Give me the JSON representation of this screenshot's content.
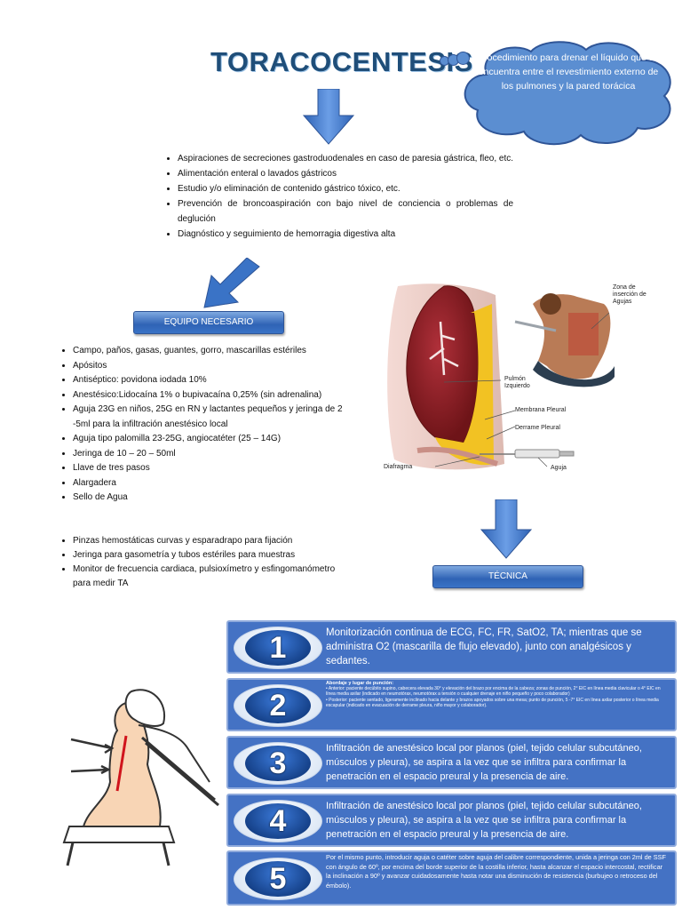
{
  "title": "TORACOCENTESIS",
  "definition": "Procedimiento para drenar el líquido que se encuentra entre el revestimiento externo de los pulmones y la pared torácica",
  "indications": [
    "Aspiraciones de secreciones gastroduodenales en caso de paresia gástrica, fleo, etc.",
    "Alimentación enteral o lavados gástricos",
    "Estudio y/o eliminación de contenido gástrico tóxico, etc.",
    "Prevención de broncoaspiración con bajo nivel de conciencia o problemas de deglución",
    "Diagnóstico y seguimiento de hemorragia digestiva alta"
  ],
  "equipment": {
    "banner": "EQUIPO NECESARIO",
    "items": [
      "Campo, paños, gasas, guantes, gorro, mascarillas estériles",
      "Apósitos",
      "Antiséptico: povidona iodada 10%",
      "Anestésico:Lidocaína 1% o bupivacaína 0,25% (sin adrenalina)",
      "Aguja 23G en niños, 25G en RN y lactantes pequeños y jeringa de 2 -5ml para la infiltración anestésico local",
      "Aguja tipo palomilla 23-25G, angiocatéter (25 – 14G)",
      "Jeringa de 10 – 20 – 50ml",
      "Llave de tres pasos",
      "Alargadera",
      "Sello de Agua"
    ],
    "extra_items": [
      "Pinzas hemostáticas curvas y esparadrapo para fijación",
      "Jeringa para gasometría y tubos estériles para muestras",
      "Monitor de frecuencia cardiaca, pulsioxímetro y esfingomanómetro para medir TA"
    ]
  },
  "diagram_labels": {
    "zona": "Zona de inserción de Agujas",
    "pulmon": "Pulmón Izquierdo",
    "membrana": "Membrana Pleural",
    "derrame": "Derrame Pleural",
    "diafragma": "Diafragma",
    "aguja": "Aguja"
  },
  "technique": {
    "banner": "TÉCNICA",
    "steps": [
      {
        "num": "1",
        "text": "Monitorización continua de ECG, FC, FR, SatO2, TA; mientras que se administra O2 (mascarilla de flujo elevado), junto con analgésicos y sedantes."
      },
      {
        "num": "2",
        "heading": "Abordaje y lugar de punción:",
        "bullets": [
          "Anterior: paciente decúbito supino, cabecera elevada 30° y elevación del brazo por encima de la cabeza; zonas de punción, 2° EIC en línea media clavicular o 4° EIC en línea media axilar (indicado en neumotórax, neumotórax a tensión o cualquier drenaje en niño pequeño y poco colaborador)",
          "Posterior: paciente sentado, ligeramente inclinado hacia delante y brazos apoyados sobre una mesa; punto de punción, 5 -7° EIC en línea axilar posterior o línea media escapular (indicado en evacuación de derrame pleura, niño mayor y colaborador)."
        ]
      },
      {
        "num": "3",
        "text": "Infiltración de anestésico local por planos (piel, tejido celular subcutáneo, músculos y pleura), se aspira a la vez que se infiltra para confirmar la penetración en el espacio preural y la presencia de aire."
      },
      {
        "num": "4",
        "text": "Infiltración de anestésico local por planos (piel, tejido celular subcutáneo, músculos y pleura), se aspira a la vez que se infiltra para confirmar la penetración en el espacio preural y la presencia de aire."
      },
      {
        "num": "5",
        "text": "Por el mismo punto, introducir aguja o catéter sobre aguja del calibre correspondiente, unida a jeringa con 2ml de SSF con ángulo de 60º, por encima del borde superior de la costilla inferior, hasta alcanzar el espacio intercostal, rectificar la inclinación a 90º y avanzar cuidadosamente hasta notar una disminución de resistencia (burbujeo o retroceso del émbolo)."
      }
    ]
  },
  "colors": {
    "accent": "#4472c4",
    "title": "#1f4e79",
    "cloud": "#5b8ed1",
    "effusion": "#f2c21a",
    "lung": "#8b1e1e"
  }
}
